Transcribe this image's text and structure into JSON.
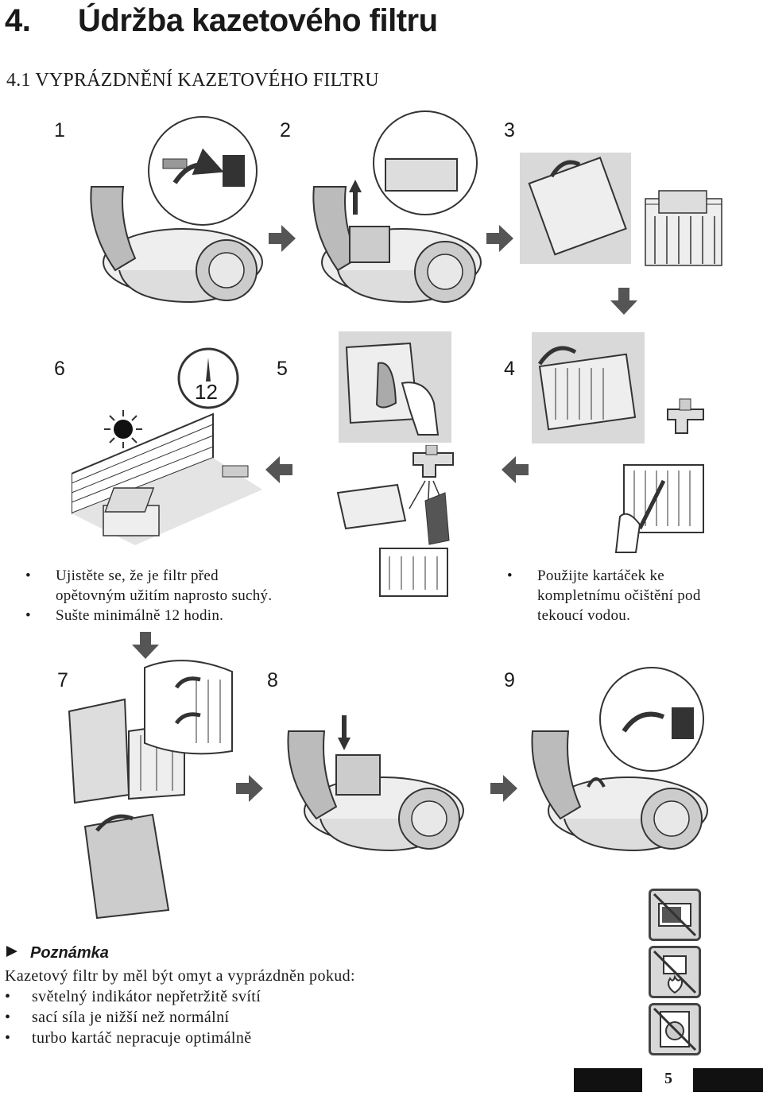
{
  "header": {
    "number": "4.",
    "title": "Údržba kazetového filtru"
  },
  "section": {
    "title": "4.1 VYPRÁZDNĚNÍ KAZETOVÉHO FILTRU"
  },
  "steps": {
    "s1": "1",
    "s2": "2",
    "s3": "3",
    "s4": "4",
    "s5": "5",
    "s6": "6",
    "s7": "7",
    "s8": "8",
    "s9": "9"
  },
  "clock_label": "12",
  "bullets_left": [
    {
      "dot": "•",
      "line1": "Ujistěte se, že je filtr před",
      "line2": "opětovným užitím naprosto suchý."
    },
    {
      "dot": "•",
      "line1": "Sušte minimálně 12 hodin."
    }
  ],
  "bullets_right": [
    {
      "dot": "•",
      "line1": "Použijte kartáček ke",
      "line2": "kompletnímu očištění pod",
      "line3": "tekoucí vodou."
    }
  ],
  "note": {
    "title": "Poznámka",
    "intro": "Kazetový filtr by měl být omyt a vyprázdněn pokud:",
    "items": [
      {
        "dot": "•",
        "text": "světelný indikátor nepřetržitě svítí"
      },
      {
        "dot": "•",
        "text": "sací síla je nižší než normální"
      },
      {
        "dot": "•",
        "text": "turbo kartáč nepracuje optimálně"
      }
    ]
  },
  "warnings": [
    "microwave-prohibited-icon",
    "fire-prohibited-icon",
    "washing-machine-prohibited-icon"
  ],
  "page_number": "5",
  "colors": {
    "text": "#1a1a1a",
    "arrow": "#555555",
    "panel": "#d9d9d9"
  }
}
